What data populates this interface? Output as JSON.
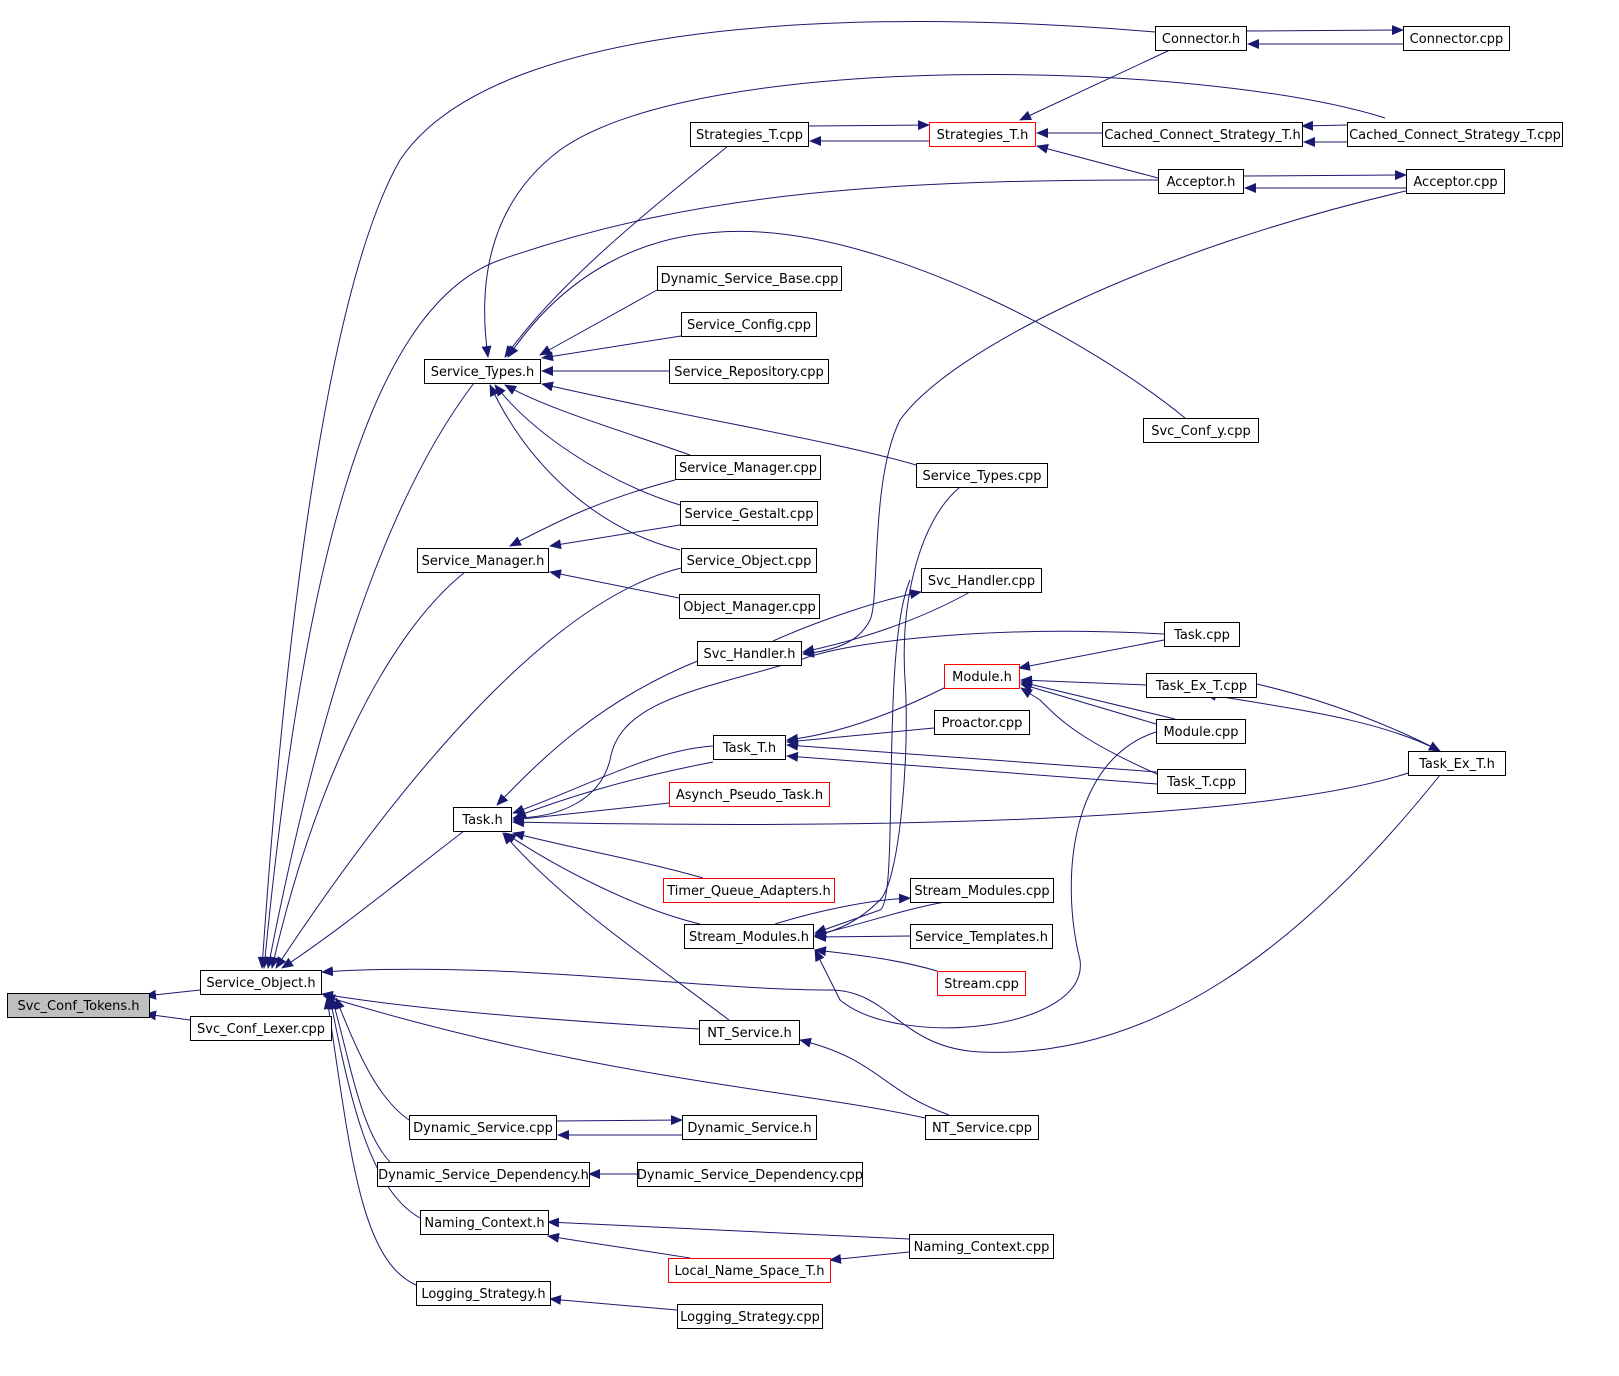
{
  "graph": {
    "nodes": [
      {
        "id": "svc_conf_tokens_h",
        "label": "Svc_Conf_Tokens.h",
        "style": "root"
      },
      {
        "id": "service_object_h",
        "label": "Service_Object.h",
        "style": "normal"
      },
      {
        "id": "svc_conf_lexer_cpp",
        "label": "Svc_Conf_Lexer.cpp",
        "style": "normal"
      },
      {
        "id": "connector_h",
        "label": "Connector.h",
        "style": "normal"
      },
      {
        "id": "connector_cpp",
        "label": "Connector.cpp",
        "style": "normal"
      },
      {
        "id": "strategies_t_cpp",
        "label": "Strategies_T.cpp",
        "style": "normal"
      },
      {
        "id": "strategies_t_h",
        "label": "Strategies_T.h",
        "style": "red"
      },
      {
        "id": "cached_connect_strategy_t_h",
        "label": "Cached_Connect_Strategy_T.h",
        "style": "normal"
      },
      {
        "id": "cached_connect_strategy_t_cpp",
        "label": "Cached_Connect_Strategy_T.cpp",
        "style": "normal"
      },
      {
        "id": "acceptor_h",
        "label": "Acceptor.h",
        "style": "normal"
      },
      {
        "id": "acceptor_cpp",
        "label": "Acceptor.cpp",
        "style": "normal"
      },
      {
        "id": "dynamic_service_base_cpp",
        "label": "Dynamic_Service_Base.cpp",
        "style": "normal"
      },
      {
        "id": "service_config_cpp",
        "label": "Service_Config.cpp",
        "style": "normal"
      },
      {
        "id": "service_types_h",
        "label": "Service_Types.h",
        "style": "normal"
      },
      {
        "id": "service_repository_cpp",
        "label": "Service_Repository.cpp",
        "style": "normal"
      },
      {
        "id": "svc_conf_y_cpp",
        "label": "Svc_Conf_y.cpp",
        "style": "normal"
      },
      {
        "id": "service_manager_cpp",
        "label": "Service_Manager.cpp",
        "style": "normal"
      },
      {
        "id": "service_types_cpp",
        "label": "Service_Types.cpp",
        "style": "normal"
      },
      {
        "id": "service_gestalt_cpp",
        "label": "Service_Gestalt.cpp",
        "style": "normal"
      },
      {
        "id": "service_manager_h",
        "label": "Service_Manager.h",
        "style": "normal"
      },
      {
        "id": "service_object_cpp",
        "label": "Service_Object.cpp",
        "style": "normal"
      },
      {
        "id": "svc_handler_cpp",
        "label": "Svc_Handler.cpp",
        "style": "normal"
      },
      {
        "id": "object_manager_cpp",
        "label": "Object_Manager.cpp",
        "style": "normal"
      },
      {
        "id": "svc_handler_h",
        "label": "Svc_Handler.h",
        "style": "normal"
      },
      {
        "id": "task_cpp",
        "label": "Task.cpp",
        "style": "normal"
      },
      {
        "id": "module_h",
        "label": "Module.h",
        "style": "red"
      },
      {
        "id": "task_ex_t_cpp",
        "label": "Task_Ex_T.cpp",
        "style": "normal"
      },
      {
        "id": "proactor_cpp",
        "label": "Proactor.cpp",
        "style": "normal"
      },
      {
        "id": "task_t_h",
        "label": "Task_T.h",
        "style": "normal"
      },
      {
        "id": "module_cpp",
        "label": "Module.cpp",
        "style": "normal"
      },
      {
        "id": "task_ex_t_h",
        "label": "Task_Ex_T.h",
        "style": "normal"
      },
      {
        "id": "task_t_cpp",
        "label": "Task_T.cpp",
        "style": "normal"
      },
      {
        "id": "asynch_pseudo_task_h",
        "label": "Asynch_Pseudo_Task.h",
        "style": "red"
      },
      {
        "id": "task_h",
        "label": "Task.h",
        "style": "normal"
      },
      {
        "id": "timer_queue_adapters_h",
        "label": "Timer_Queue_Adapters.h",
        "style": "red"
      },
      {
        "id": "stream_modules_cpp",
        "label": "Stream_Modules.cpp",
        "style": "normal"
      },
      {
        "id": "stream_modules_h",
        "label": "Stream_Modules.h",
        "style": "normal"
      },
      {
        "id": "service_templates_h",
        "label": "Service_Templates.h",
        "style": "normal"
      },
      {
        "id": "stream_cpp",
        "label": "Stream.cpp",
        "style": "red"
      },
      {
        "id": "nt_service_h",
        "label": "NT_Service.h",
        "style": "normal"
      },
      {
        "id": "dynamic_service_cpp",
        "label": "Dynamic_Service.cpp",
        "style": "normal"
      },
      {
        "id": "dynamic_service_h",
        "label": "Dynamic_Service.h",
        "style": "normal"
      },
      {
        "id": "nt_service_cpp",
        "label": "NT_Service.cpp",
        "style": "normal"
      },
      {
        "id": "dynamic_service_dependency_h",
        "label": "Dynamic_Service_Dependency.h",
        "style": "normal"
      },
      {
        "id": "dynamic_service_dependency_cpp",
        "label": "Dynamic_Service_Dependency.cpp",
        "style": "normal"
      },
      {
        "id": "naming_context_h",
        "label": "Naming_Context.h",
        "style": "normal"
      },
      {
        "id": "naming_context_cpp",
        "label": "Naming_Context.cpp",
        "style": "normal"
      },
      {
        "id": "local_name_space_t_h",
        "label": "Local_Name_Space_T.h",
        "style": "red"
      },
      {
        "id": "logging_strategy_h",
        "label": "Logging_Strategy.h",
        "style": "normal"
      },
      {
        "id": "logging_strategy_cpp",
        "label": "Logging_Strategy.cpp",
        "style": "normal"
      }
    ],
    "colors": {
      "edge": "#191970",
      "box_border": "#000000",
      "box_border_highlight": "#ff0000",
      "root_fill": "#bfbfbf",
      "box_fill": "#ffffff",
      "text": "#000000"
    }
  }
}
